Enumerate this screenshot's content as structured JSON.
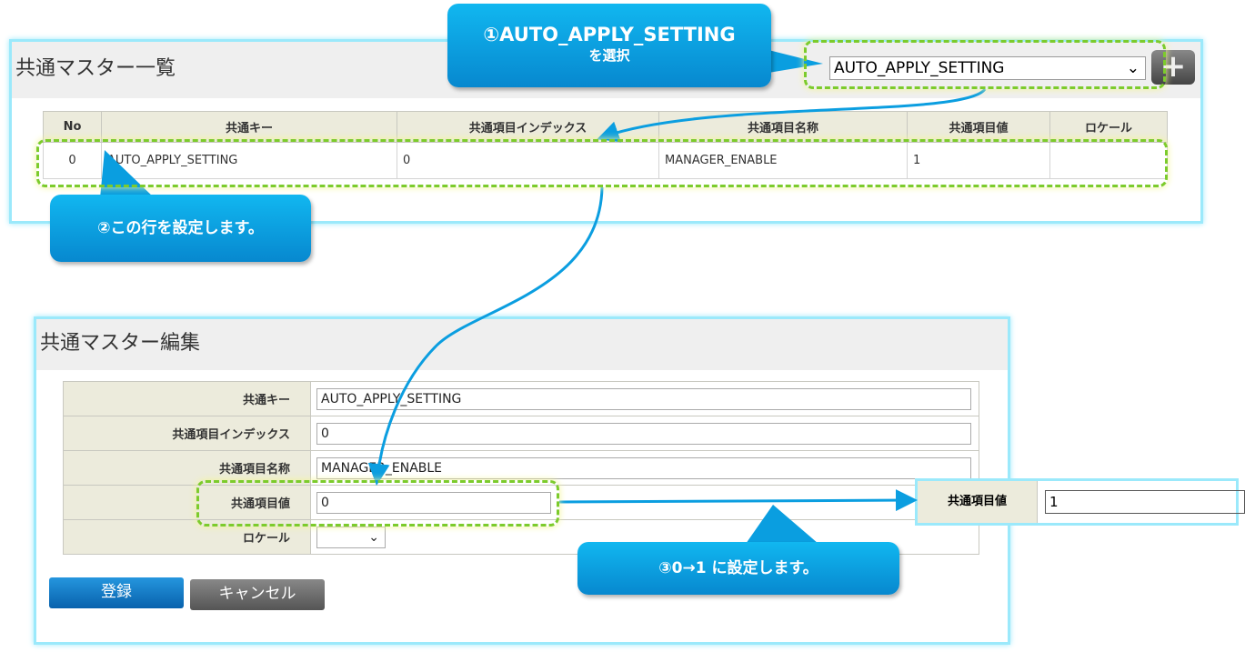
{
  "list_panel": {
    "title": "共通マスター一覧",
    "select_value": "AUTO_APPLY_SETTING",
    "add_icon": "plus-icon",
    "columns": [
      "No",
      "共通キー",
      "共通項目インデックス",
      "共通項目名称",
      "共通項目値",
      "ロケール"
    ],
    "rows": [
      [
        "0",
        "AUTO_APPLY_SETTING",
        "0",
        "MANAGER_ENABLE",
        "1",
        ""
      ]
    ]
  },
  "edit_panel": {
    "title": "共通マスター編集",
    "fields": [
      {
        "label": "共通キー",
        "value": "AUTO_APPLY_SETTING"
      },
      {
        "label": "共通項目インデックス",
        "value": "0"
      },
      {
        "label": "共通項目名称",
        "value": "MANAGER_ENABLE"
      },
      {
        "label": "共通項目値",
        "value": "0"
      },
      {
        "label": "ロケール",
        "value": ""
      }
    ],
    "register_label": "登録",
    "cancel_label": "キャンセル"
  },
  "inset": {
    "label": "共通項目値",
    "value": "1"
  },
  "callouts": {
    "c1_line1": "①AUTO_APPLY_SETTING",
    "c1_line2": "を選択",
    "c2": "②この行を設定します。",
    "c3": "③0→1 に設定します。"
  },
  "colors": {
    "accent": "#0b9ee0",
    "highlight": "#7ccb2c"
  }
}
